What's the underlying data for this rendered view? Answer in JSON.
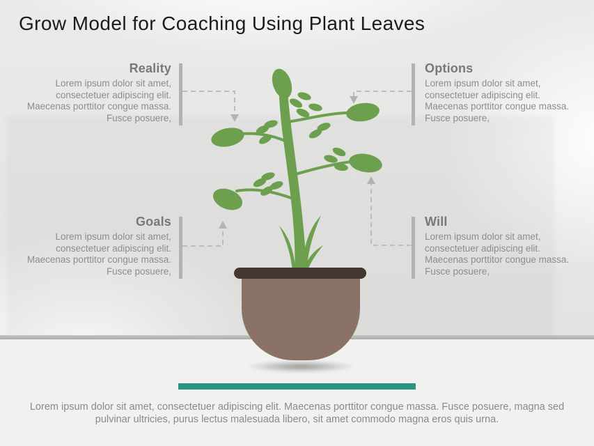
{
  "slide": {
    "title": "Grow Model for Coaching Using Plant Leaves",
    "footer_text": "Lorem ipsum dolor sit amet, consectetuer adipiscing elit. Maecenas porttitor congue massa. Fusce posuere, magna sed pulvinar ultricies, purus lectus malesuada libero, sit amet commodo magna eros quis urna."
  },
  "sections": [
    {
      "id": "reality",
      "label": "Reality",
      "position": "top-left",
      "text_align": "right",
      "body": "Lorem ipsum dolor sit amet, consectetuer adipiscing elit. Maecenas porttitor congue massa. Fusce posuere,"
    },
    {
      "id": "options",
      "label": "Options",
      "position": "top-right",
      "text_align": "left",
      "body": "Lorem ipsum dolor sit amet, consectetuer adipiscing elit. Maecenas porttitor congue massa. Fusce posuere,"
    },
    {
      "id": "goals",
      "label": "Goals",
      "position": "bottom-left",
      "text_align": "right",
      "body": "Lorem ipsum dolor sit amet, consectetuer adipiscing elit. Maecenas porttitor congue massa. Fusce posuere,"
    },
    {
      "id": "will",
      "label": "Will",
      "position": "bottom-right",
      "text_align": "left",
      "body": "Lorem ipsum dolor sit amet, consectetuer adipiscing elit. Maecenas porttitor congue massa. Fusce posuere,"
    }
  ],
  "illustration": {
    "name": "potted-plant",
    "elements": [
      "plant-stem",
      "plant-leaves",
      "pot-rim",
      "pot-body",
      "pot-shadow"
    ]
  },
  "connectors": [
    {
      "from": "reality",
      "arrow_direction": "down"
    },
    {
      "from": "options",
      "arrow_direction": "down"
    },
    {
      "from": "goals",
      "arrow_direction": "up"
    },
    {
      "from": "will",
      "arrow_direction": "up"
    }
  ],
  "colors": {
    "title_text": "#1b1b1b",
    "heading_gray": "#787877",
    "body_gray": "#8d8d8c",
    "bar_gray": "#b2b2b1",
    "connector_gray": "#bcbcbb",
    "plant_green": "#6da04e",
    "pot_rim_brown": "#443731",
    "pot_body_brown": "#8a7366",
    "accent_teal": "#2e9381",
    "floor_line_gray": "#b6b6b5",
    "floor_bg": "#f1f1f0"
  }
}
